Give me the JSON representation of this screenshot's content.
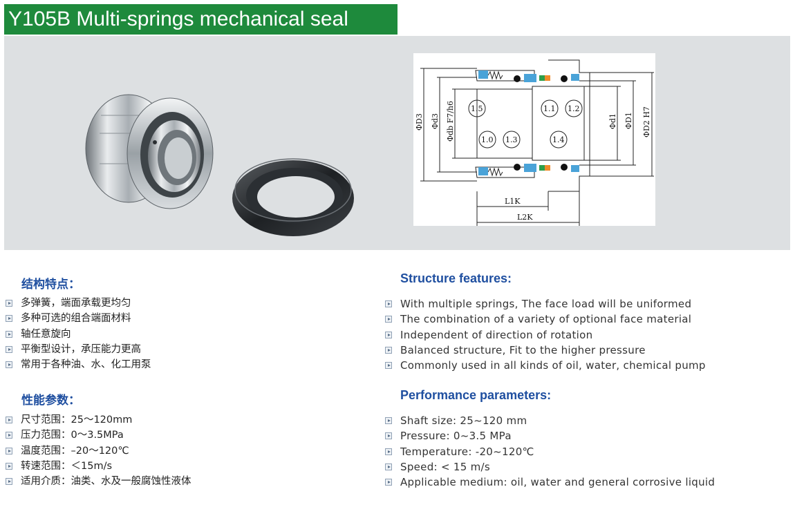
{
  "header": {
    "title": "Y105B Multi-springs mechanical seal"
  },
  "drawing": {
    "labels": {
      "d3_big": "ΦD3",
      "d3": "Φd3",
      "db": "Φdb F7/h6",
      "d1": "Φd1",
      "D1": "ΦD1",
      "D2": "ΦD2 H7",
      "L1K": "L1K",
      "L2K": "L2K",
      "p15": "1.5",
      "p11": "1.1",
      "p12": "1.2",
      "p10": "1.0",
      "p13": "1.3",
      "p14": "1.4"
    }
  },
  "cn": {
    "structure": {
      "heading": "结构特点：",
      "items": [
        "多弹簧，端面承载更均匀",
        "多种可选的组合端面材料",
        "轴任意旋向",
        "平衡型设计，承压能力更高",
        "常用于各种油、水、化工用泵"
      ]
    },
    "performance": {
      "heading": "性能参数：",
      "items": [
        "尺寸范围：25～120mm",
        "压力范围：0～3.5MPa",
        "温度范围：–20～120℃",
        "转速范围：＜15m/s",
        "适用介质：油类、水及一般腐蚀性液体"
      ]
    }
  },
  "en": {
    "structure": {
      "heading": "Structure features:",
      "items": [
        "With multiple springs, The face load will be uniformed",
        "The combination of a variety of optional face material",
        "Independent of direction of rotation",
        "Balanced structure, Fit to the higher pressure",
        "Commonly used in all kinds of oil, water, chemical pump"
      ]
    },
    "performance": {
      "heading": "Performance parameters:",
      "items": [
        "Shaft size: 25~120 mm",
        "Pressure: 0~3.5 MPa",
        "Temperature: -20~120℃",
        "Speed: < 15 m/s",
        "Applicable medium: oil, water and general corrosive liquid"
      ]
    }
  }
}
